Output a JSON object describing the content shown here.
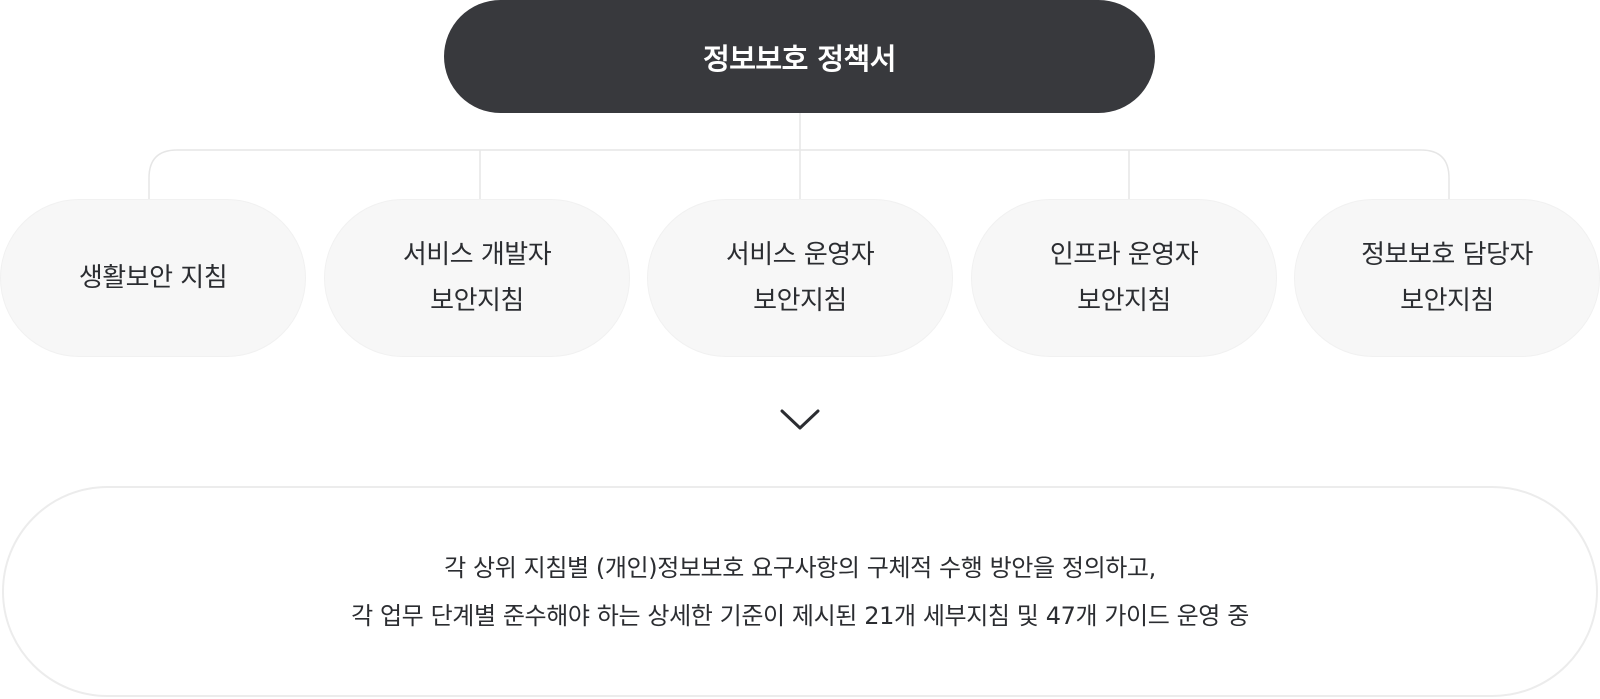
{
  "root": {
    "label": "정보보호 정책서"
  },
  "children": [
    {
      "line1": "생활보안 지침",
      "line2": ""
    },
    {
      "line1": "서비스 개발자",
      "line2": "보안지침"
    },
    {
      "line1": "서비스 운영자",
      "line2": "보안지침"
    },
    {
      "line1": "인프라 운영자",
      "line2": "보안지침"
    },
    {
      "line1": "정보보호 담당자",
      "line2": "보안지침"
    }
  ],
  "summary": {
    "line1": "각 상위 지침별 (개인)정보보호 요구사항의 구체적 수행 방안을 정의하고,",
    "line2": "각 업무 단계별 준수해야 하는 상세한 기준이 제시된 21개 세부지침 및 47개 가이드 운영 중"
  },
  "icons": {
    "arrow": "chevron-down-icon"
  },
  "colors": {
    "root_fill": "#38393d",
    "child_fill": "#f7f7f7",
    "connector": "#e6e6e6",
    "text": "#2b2d31"
  }
}
